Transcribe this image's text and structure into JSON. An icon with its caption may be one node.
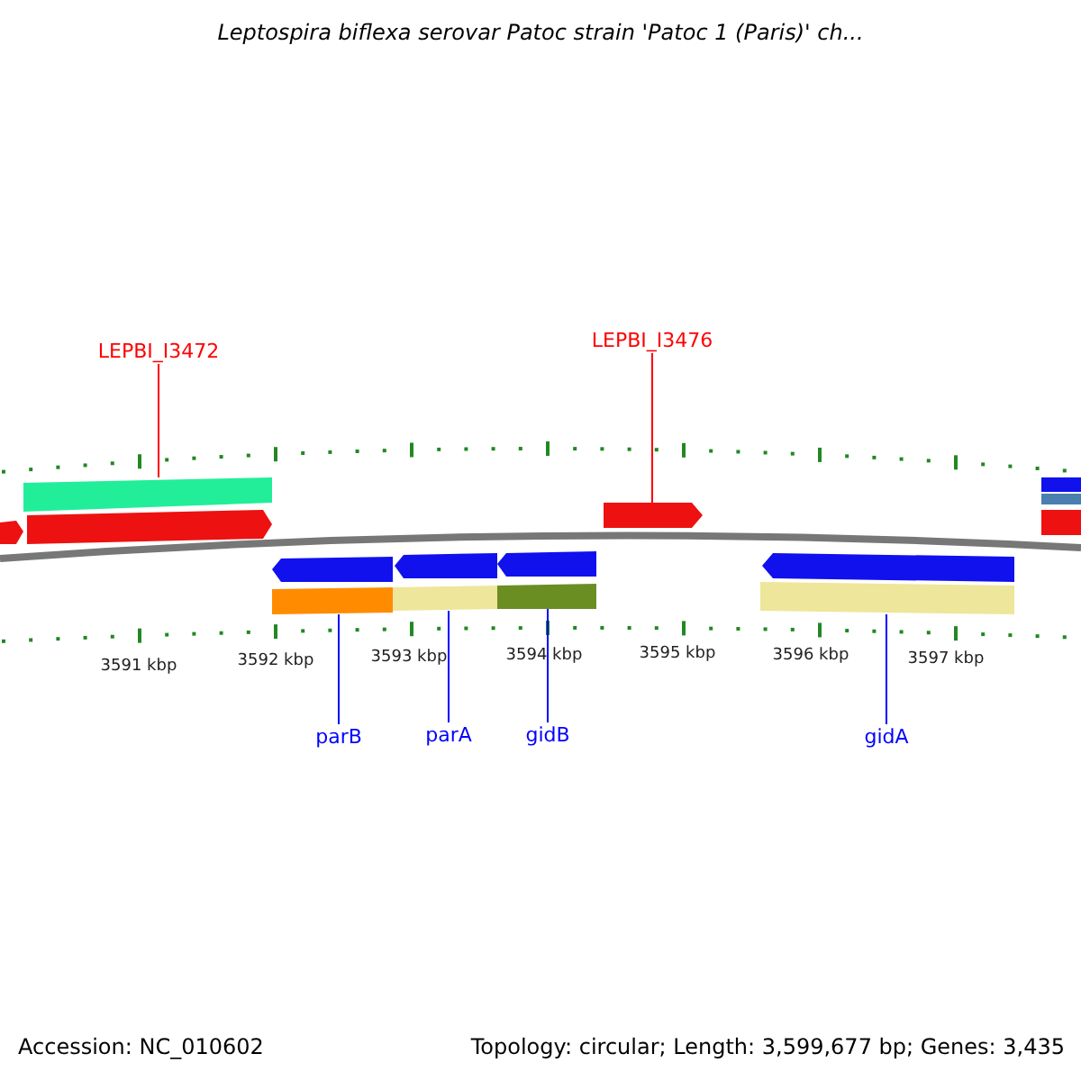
{
  "diagram": {
    "title": "Leptospira biflexa serovar Patoc strain 'Patoc 1 (Paris)' ch...",
    "nodes": [
      {
        "text": [
          "LEPBI_I3472"
        ]
      },
      {
        "text": [],
        "shape": "bar"
      },
      {
        "text": [
          "LEPBI_I3476"
        ]
      },
      {
        "text": [],
        "shape": "arrow"
      },
      {
        "text": [
          "parB"
        ]
      },
      {
        "text": [],
        "shape": "bar"
      },
      {
        "text": [
          "parA"
        ]
      },
      {
        "text": [],
        "shape": "bar"
      },
      {
        "text": [
          "gidB"
        ]
      },
      {
        "text": [],
        "shape": "bar"
      },
      {
        "text": [
          "gidA"
        ]
      },
      {
        "text": [],
        "shape": "bar"
      }
    ],
    "edges": [
      {
        "from": 0,
        "to": 1,
        "arrow": "none",
        "color": "#ff0000"
      },
      {
        "from": 2,
        "to": 3,
        "arrow": "none",
        "color": "#ff0000"
      },
      {
        "from": 4,
        "to": 5,
        "arrow": "none"
      },
      {
        "from": 6,
        "to": 7,
        "arrow": "none"
      },
      {
        "from": 8,
        "to": 9,
        "arrow": "none"
      },
      {
        "from": 10,
        "to": 11,
        "arrow": "none"
      }
    ],
    "labels": [
      "3591 kbp",
      "3592 kbp",
      "3593 kbp",
      "3594 kbp",
      "3595 kbp",
      "3596 kbp",
      "3597 kbp",
      "Accession: NC_010602",
      "Topology: circular; Length: 3,599,677 bp; Genes: 3,435"
    ]
  }
}
